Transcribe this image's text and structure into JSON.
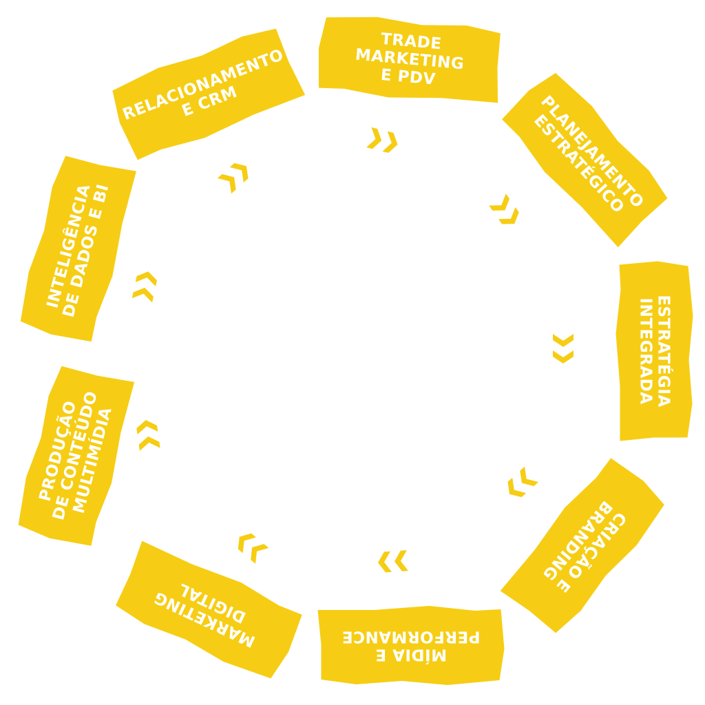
{
  "colors": {
    "panel": "#f6cd14",
    "arrow": "#f6cd14",
    "text": "#ffffff",
    "background": "#ffffff"
  },
  "steps": [
    {
      "label_lines": [
        "TRADE",
        "MARKETING",
        "E PDV"
      ]
    },
    {
      "label_lines": [
        "PLANEJAMENTO",
        "ESTRATÉGICO"
      ]
    },
    {
      "label_lines": [
        "ESTRATÉGIA",
        "INTEGRADA"
      ]
    },
    {
      "label_lines": [
        "CRIAÇÃO E",
        "BRANDING"
      ]
    },
    {
      "label_lines": [
        "MÍDIA E",
        "PERFORMANCE"
      ]
    },
    {
      "label_lines": [
        "MARKETING",
        "DIGITAL"
      ]
    },
    {
      "label_lines": [
        "PRODUÇÃO",
        "DE CONTEÚDO",
        "MULTIMÍDIA"
      ]
    },
    {
      "label_lines": [
        "INTELIGÊNCIA",
        "DE DADOS E BI"
      ]
    },
    {
      "label_lines": [
        "RELACIONAMENTO",
        "E CRM"
      ]
    }
  ],
  "arrow_icon": "double-chevron-icon"
}
